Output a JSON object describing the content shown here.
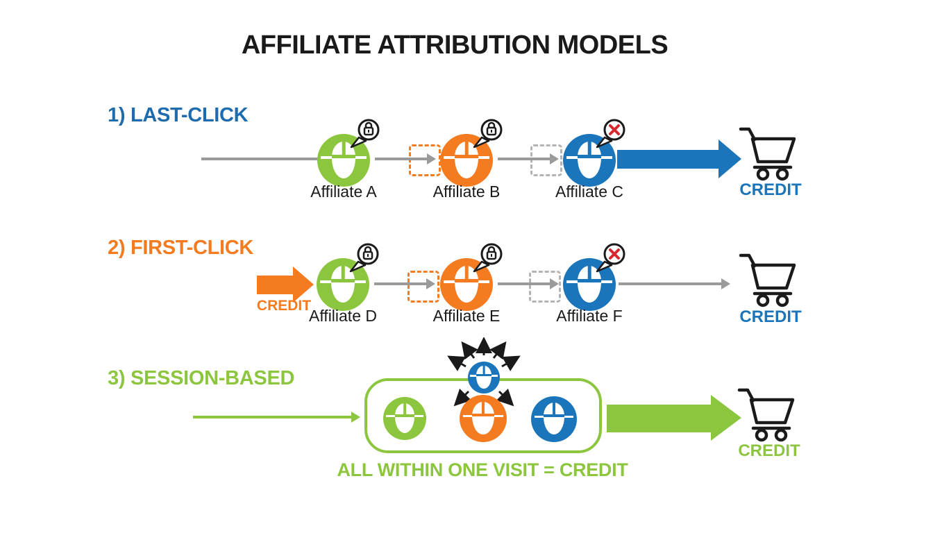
{
  "title": "AFFILIATE ATTRIBUTION MODELS",
  "models": {
    "last_click": {
      "heading": "1) LAST-CLICK",
      "affiliates": [
        {
          "name": "Affiliate A",
          "badge": "cookie-lock"
        },
        {
          "name": "Affiliate B",
          "badge": "cookie-lock"
        },
        {
          "name": "Affiliate C",
          "badge": "no-credit-x"
        }
      ],
      "credit_label": "CREDIT"
    },
    "first_click": {
      "heading": "2) FIRST-CLICK",
      "start_credit_label": "CREDIT",
      "affiliates": [
        {
          "name": "Affiliate D",
          "badge": "cookie-lock"
        },
        {
          "name": "Affiliate E",
          "badge": "cookie-lock"
        },
        {
          "name": "Affiliate F",
          "badge": "no-credit-x"
        }
      ],
      "credit_label": "CREDIT"
    },
    "session_based": {
      "heading": "3) SESSION-BASED",
      "caption": "ALL WITHIN ONE VISIT = CREDIT",
      "credit_label": "CREDIT"
    }
  },
  "icons": {
    "node": "mouse-click-icon",
    "badge_lock": "speech-bubble-lock-icon",
    "badge_x": "speech-bubble-x-icon",
    "cart": "shopping-cart-icon"
  },
  "colors": {
    "green": "#8CC63E",
    "orange": "#F47B20",
    "blue": "#1B75BB",
    "heading_blue": "#1E6BAE",
    "arrow_gray": "#9A9A9A",
    "x_red": "#D7282F",
    "ink": "#1A1A1A"
  }
}
